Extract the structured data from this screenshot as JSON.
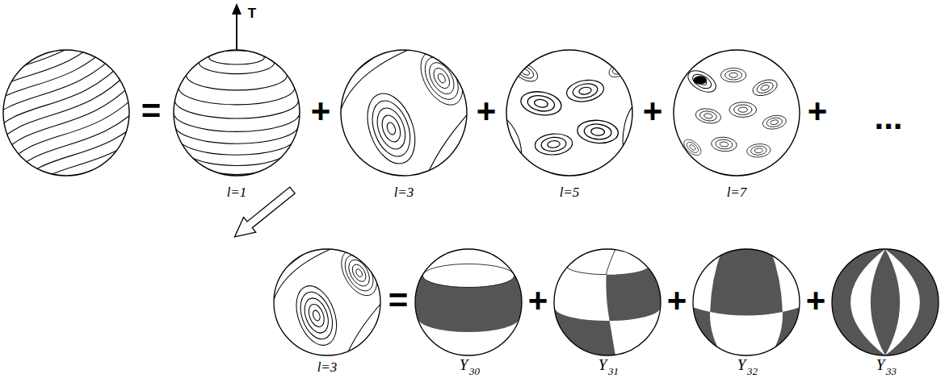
{
  "diagram": {
    "labels": [
      "T",
      "=",
      "+",
      "+",
      "+",
      "+",
      "...",
      "l=1",
      "l=3",
      "l=5",
      "l=7",
      "l=3",
      "=",
      "+",
      "+",
      "+",
      "Y",
      "30",
      "Y",
      "31",
      "Y",
      "32",
      "Y",
      "33"
    ]
  }
}
